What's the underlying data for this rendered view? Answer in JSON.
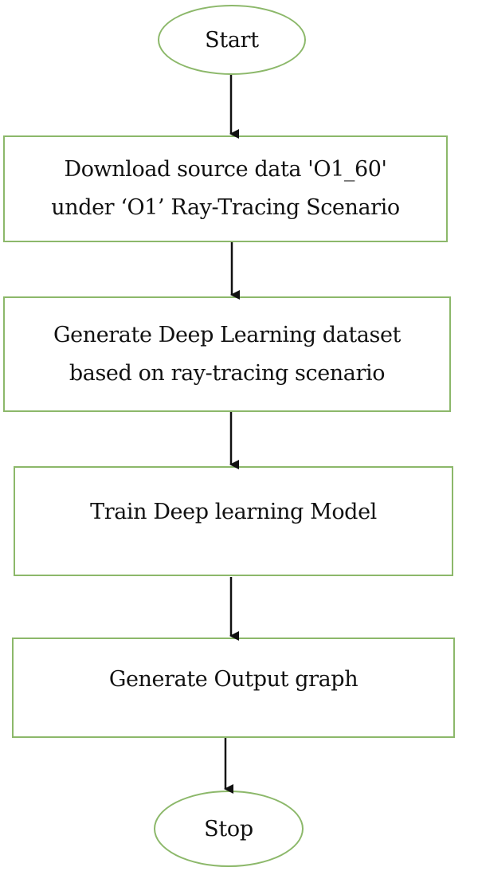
{
  "flowchart": {
    "start": "Start",
    "steps": [
      {
        "lines": [
          "Download source data 'O1_60'",
          "under ‘O1’ Ray-Tracing Scenario"
        ]
      },
      {
        "lines": [
          "Generate Deep Learning dataset",
          "based on ray-tracing scenario"
        ]
      },
      {
        "lines": [
          "Train Deep learning Model"
        ]
      },
      {
        "lines": [
          "Generate Output graph"
        ]
      }
    ],
    "stop": "Stop"
  },
  "colors": {
    "node_border": "#8cb86a",
    "arrow": "#111111",
    "text": "#111111"
  }
}
